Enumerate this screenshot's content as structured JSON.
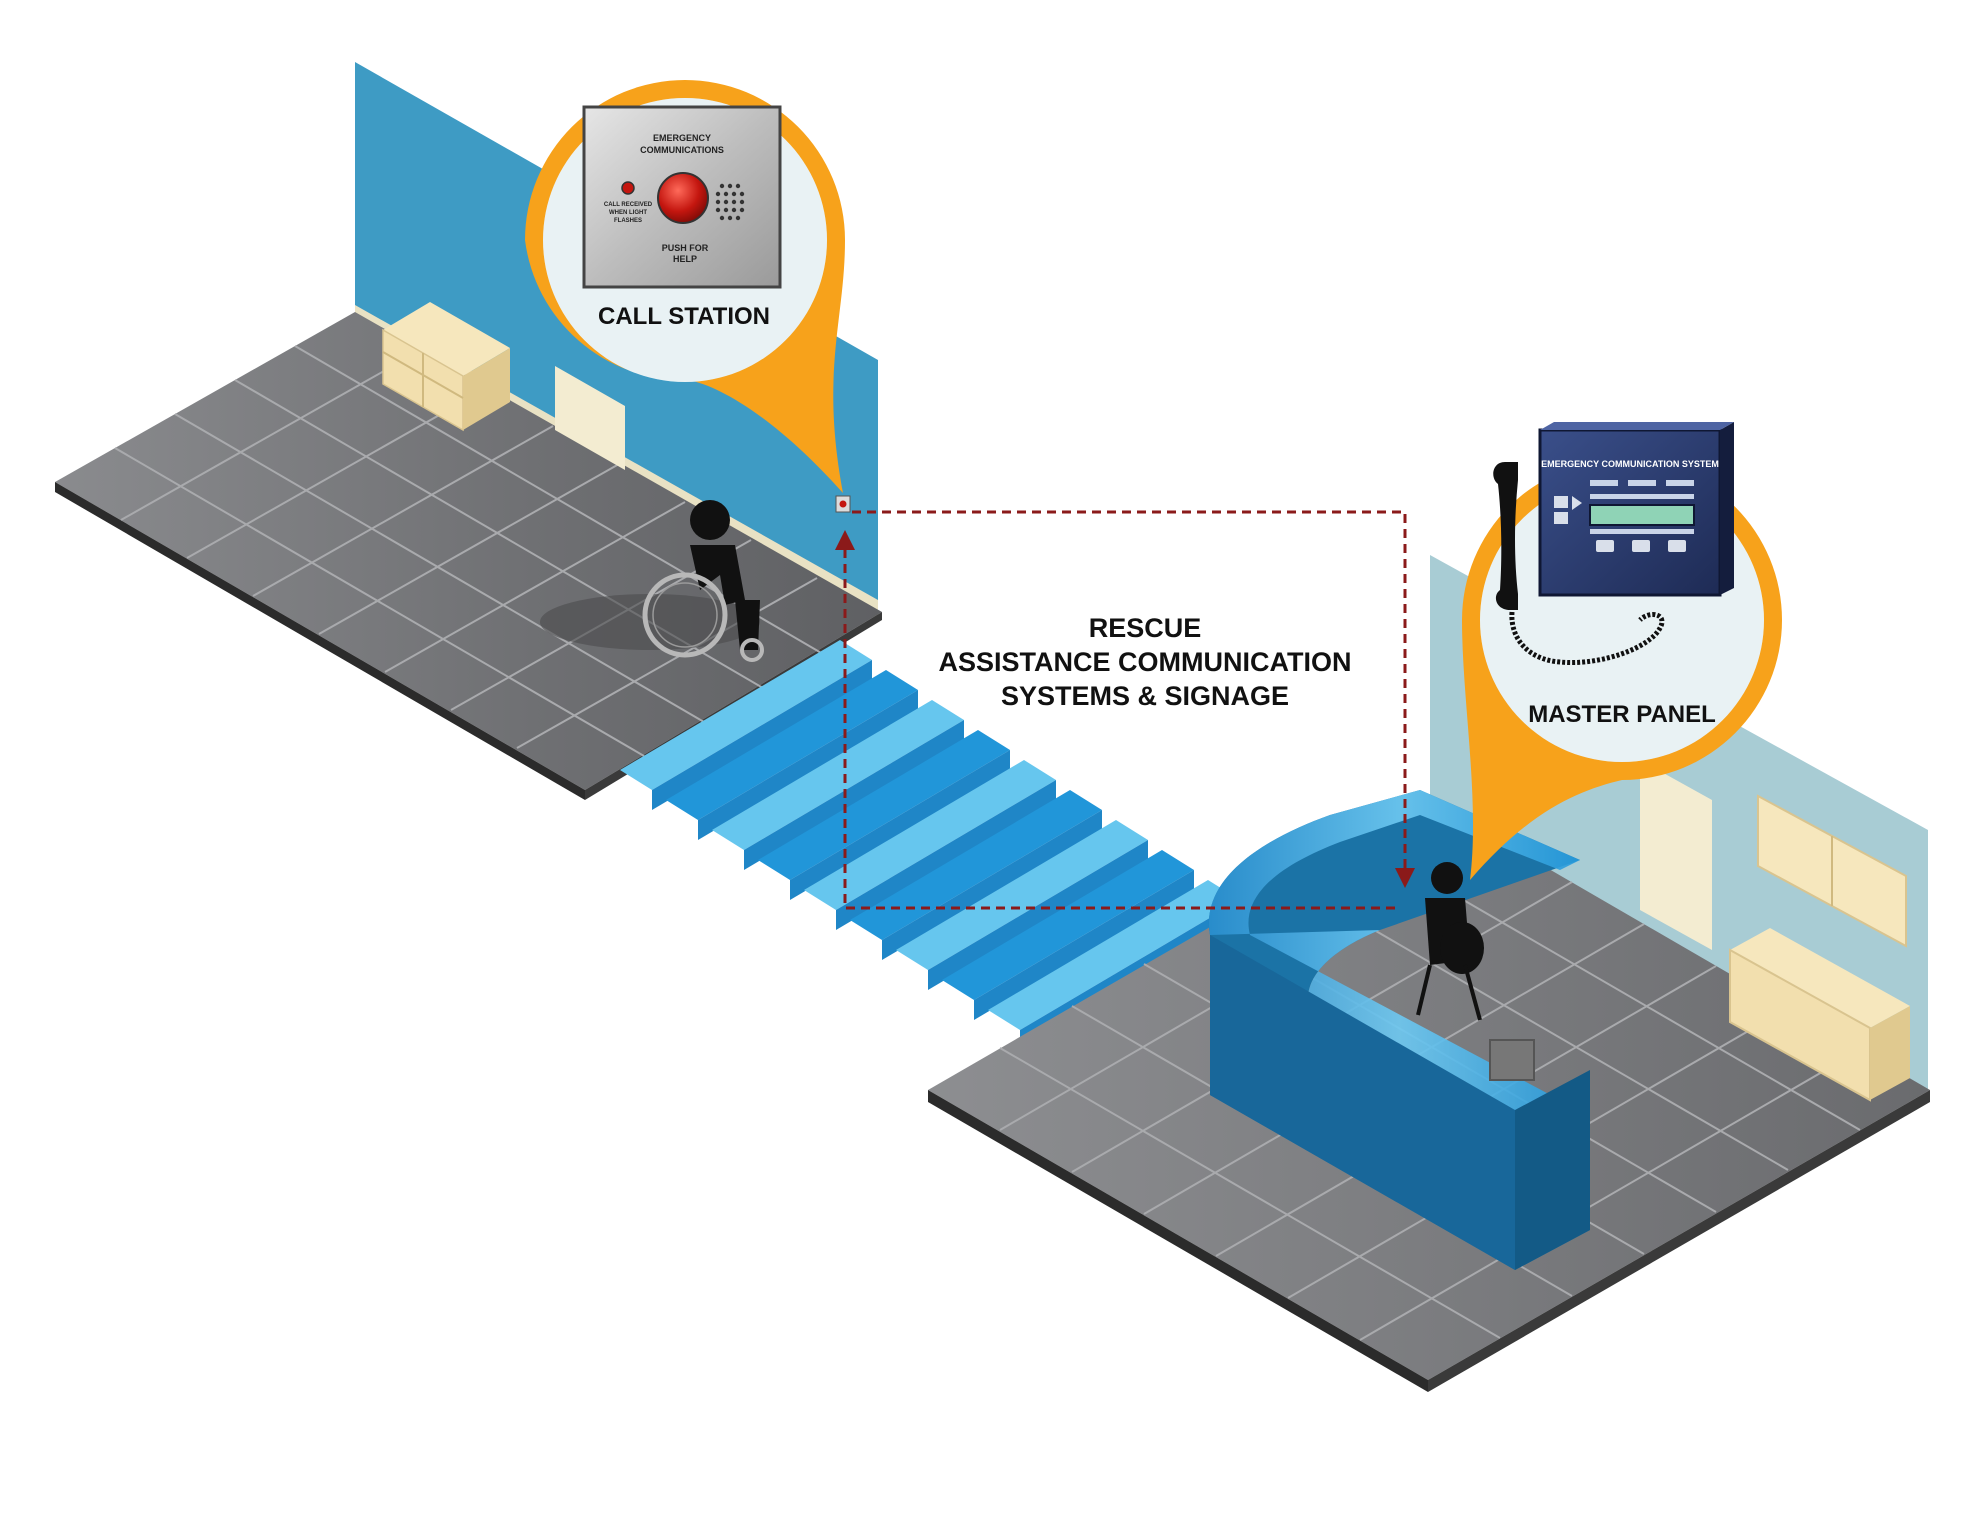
{
  "center_label": {
    "line1": "RESCUE",
    "line2": "ASSISTANCE COMMUNICATION",
    "line3": "SYSTEMS & SIGNAGE"
  },
  "call_station": {
    "caption": "CALL STATION",
    "plate_title_1": "EMERGENCY",
    "plate_title_2": "COMMUNICATIONS",
    "light_text_1": "CALL RECEIVED",
    "light_text_2": "WHEN LIGHT",
    "light_text_3": "FLASHES",
    "button_text_1": "PUSH FOR",
    "button_text_2": "HELP"
  },
  "master_panel": {
    "caption": "MASTER PANEL",
    "panel_title": "EMERGENCY COMMUNICATION SYSTEM"
  },
  "colors": {
    "callout_orange": "#F7A21B",
    "wall_blue": "#3E9BC4",
    "stair_blue": "#2196D9",
    "floor_gray": "#7E7F82",
    "signal_line": "#8B1A1A"
  }
}
